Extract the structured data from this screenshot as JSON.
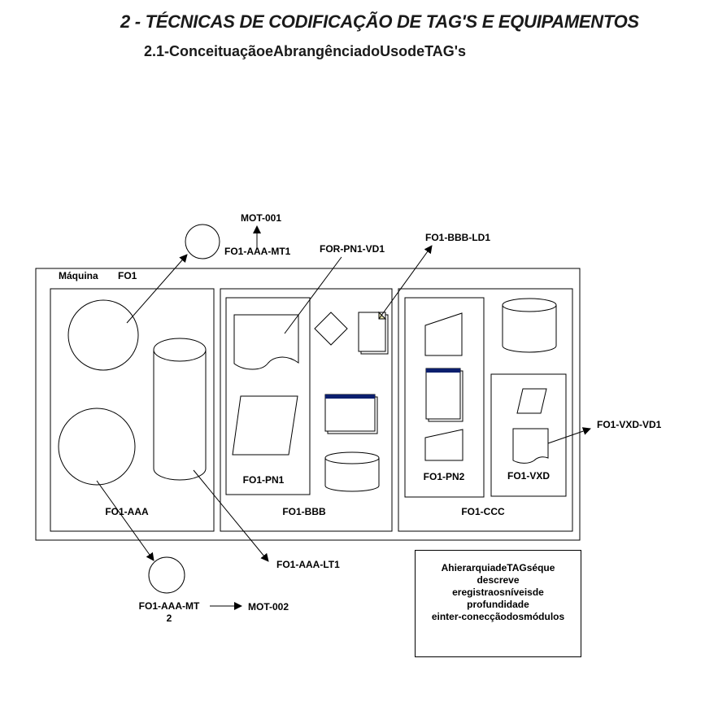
{
  "header": {
    "title": "2 - TÉCNICAS DE CODIFICAÇÃO DE TAG'S E EQUIPAMENTOS",
    "subtitle": "2.1-ConceituaçãoeAbrangênciadoUsodeTAG's"
  },
  "diagram": {
    "machine_label": "Máquina",
    "machine_id": "FO1",
    "modules": {
      "aaa": "FO1-AAA",
      "bbb": "FO1-BBB",
      "ccc": "FO1-CCC"
    },
    "panels": {
      "pn1": "FO1-PN1",
      "pn2": "FO1-PN2",
      "vxd": "FO1-VXD"
    },
    "callouts": {
      "mot001": "MOT-001",
      "aaa_mt1": "FO1-AAA-MT1",
      "for_pn1_vd1": "FOR-PN1-VD1",
      "bbb_ld1": "FO1-BBB-LD1",
      "vxd_vd1": "FO1-VXD-VD1",
      "aaa_lt1": "FO1-AAA-LT1",
      "aaa_mt2_line1": "FO1-AAA-MT",
      "aaa_mt2_line2": "2",
      "mot002": "MOT-002"
    },
    "note_lines": [
      "AhierarquiadeTAGséque",
      "descreve",
      "eregistraosníveisde",
      "profundidade",
      "einter-conecçãodosmódulos"
    ],
    "colors": {
      "window_titlebar": "#0b1f6e",
      "document_fold": "#e8e6b0"
    }
  }
}
